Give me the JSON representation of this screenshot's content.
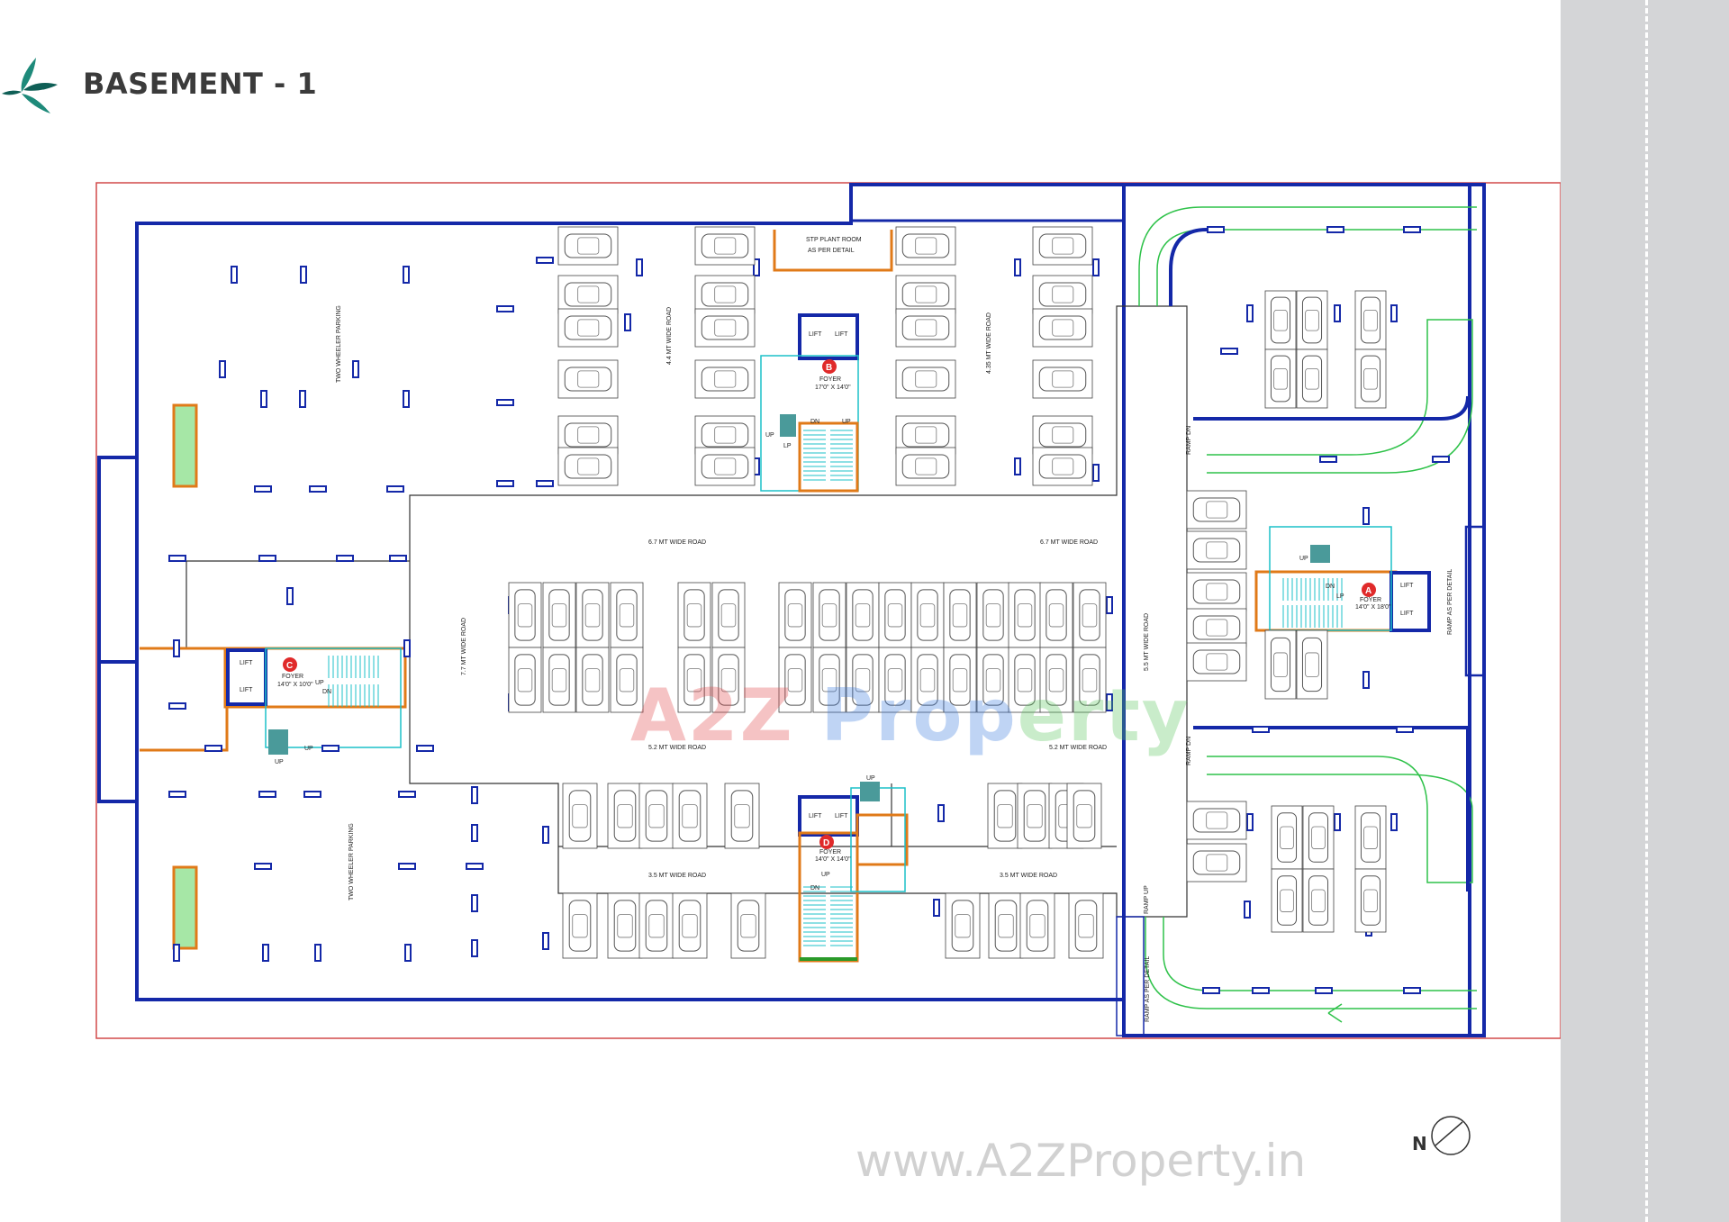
{
  "header": {
    "title": "BASEMENT - 1"
  },
  "logo": {
    "icon": "leaf-logo-icon",
    "colors": [
      "#1e8a7a",
      "#0f5f56"
    ]
  },
  "watermark": {
    "part_a": "A2Z",
    "part_b": " Prop",
    "part_c": "erty"
  },
  "footer": {
    "url": "www.A2ZProperty.in"
  },
  "compass": {
    "label": "N",
    "icon": "north-arrow-icon"
  },
  "colors": {
    "wall": "#1428a8",
    "boundary": "#d24a4a",
    "core": "#e07a18",
    "ramp": "#2fc24a",
    "stair": "#1cc0c8",
    "car": "#5a5a5a"
  },
  "cores": {
    "a": {
      "marker": "A",
      "lift_1": "LIFT",
      "lift_2": "LIFT",
      "foyer": "FOYER",
      "size": "14'0\" X 18'0\""
    },
    "b": {
      "marker": "B",
      "lift_1": "LIFT",
      "lift_2": "LIFT",
      "foyer": "FOYER",
      "size": "17'0\" X 14'0\""
    },
    "c": {
      "marker": "C",
      "lift_1": "LIFT",
      "lift_2": "LIFT",
      "foyer": "FOYER",
      "size": "14'0\" X 10'0\""
    },
    "d": {
      "marker": "D",
      "lift_1": "LIFT",
      "lift_2": "LIFT",
      "foyer": "FOYER",
      "size": "14'0\" X 14'0\""
    }
  },
  "rooms": {
    "stp_1": "STP PLANT ROOM",
    "stp_2": "AS PER DETAIL"
  },
  "roads": {
    "r44": "4.4 MT WIDE ROAD",
    "r435": "4.35 MT WIDE ROAD",
    "r67a": "6.7 MT WIDE ROAD",
    "r67b": "6.7 MT WIDE ROAD",
    "r77": "7.7 MT WIDE ROAD",
    "r55": "5.5 MT WIDE ROAD",
    "r52a": "5.2 MT WIDE ROAD",
    "r52b": "5.2 MT WIDE ROAD",
    "r35a": "3.5 MT WIDE ROAD",
    "r35b": "3.5 MT WIDE ROAD"
  },
  "zones": {
    "two_wheeler_1": "TWO WHEELER PARKING",
    "two_wheeler_2": "TWO WHEELER PARKING"
  },
  "ramps": {
    "ramp_dn_1": "RAMP DN",
    "ramp_dn_2": "RAMP DN",
    "ramp_up": "RAMP UP",
    "ramp_detail_1": "RAMP AS PER DETAIL",
    "ramp_detail_2": "RAMP AS PER DETAIL"
  },
  "stairs": {
    "up": "UP",
    "dn": "DN",
    "lp": "LP"
  }
}
